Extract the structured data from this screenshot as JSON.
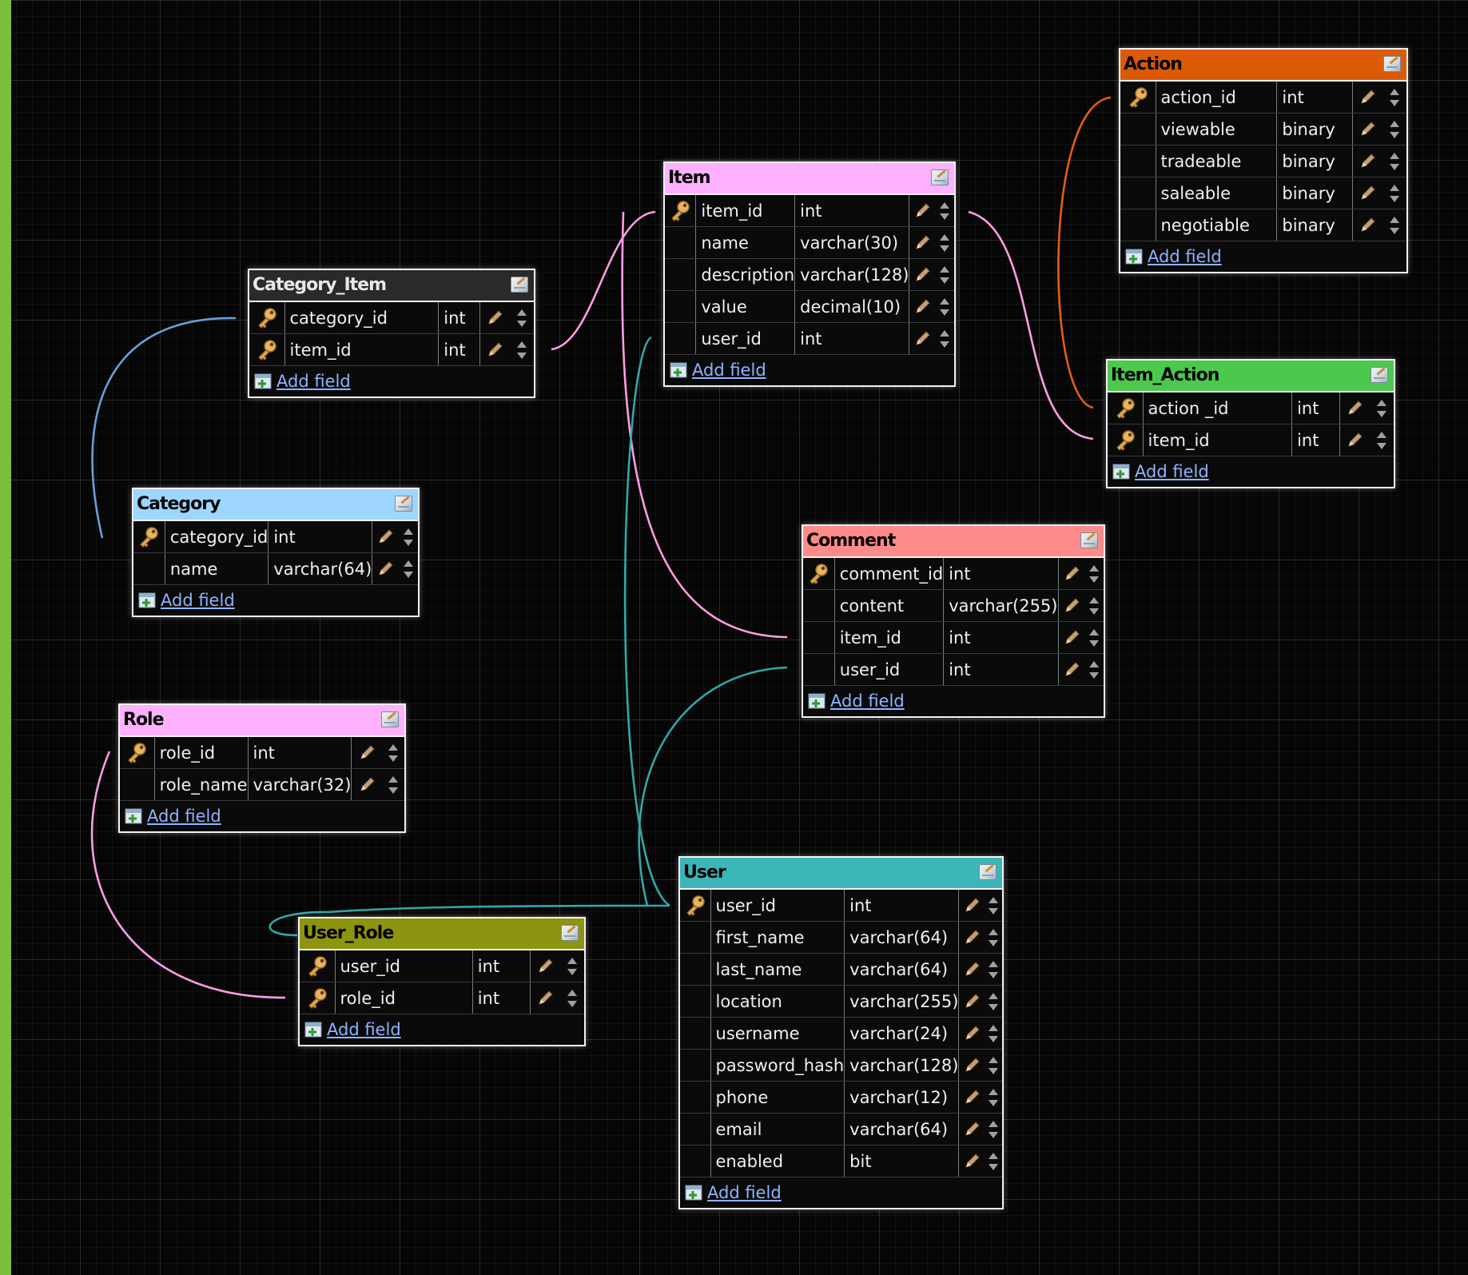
{
  "tables": [
    {
      "id": "action",
      "name": "Action",
      "color": "#dc5a06",
      "fields": [
        {
          "name": "action_id",
          "type": "int",
          "pk": true
        },
        {
          "name": "viewable",
          "type": "binary",
          "pk": false
        },
        {
          "name": "tradeable",
          "type": "binary",
          "pk": false
        },
        {
          "name": "saleable",
          "type": "binary",
          "pk": false
        },
        {
          "name": "negotiable",
          "type": "binary",
          "pk": false
        }
      ],
      "add_label": "Add field"
    },
    {
      "id": "item",
      "name": "Item",
      "color": "#ffb0ff",
      "fields": [
        {
          "name": "item_id",
          "type": "int",
          "pk": true
        },
        {
          "name": "name",
          "type": "varchar(30)",
          "pk": false
        },
        {
          "name": "description",
          "type": "varchar(128)",
          "pk": false
        },
        {
          "name": "value",
          "type": "decimal(10)",
          "pk": false
        },
        {
          "name": "user_id",
          "type": "int",
          "pk": false
        }
      ],
      "add_label": "Add field"
    },
    {
      "id": "category_item",
      "name": "Category_Item",
      "color": "#2a2a2a",
      "title_color": "#e8e8e8",
      "fields": [
        {
          "name": "category_id",
          "type": "int",
          "pk": true
        },
        {
          "name": "item_id",
          "type": "int",
          "pk": true
        }
      ],
      "add_label": "Add field"
    },
    {
      "id": "item_action",
      "name": "Item_Action",
      "color": "#4cc94c",
      "fields": [
        {
          "name": "action _id",
          "type": "int",
          "pk": true
        },
        {
          "name": "item_id",
          "type": "int",
          "pk": true
        }
      ],
      "add_label": "Add field"
    },
    {
      "id": "category",
      "name": "Category",
      "color": "#9ed6ff",
      "fields": [
        {
          "name": "category_id",
          "type": "int",
          "pk": true
        },
        {
          "name": "name",
          "type": "varchar(64)",
          "pk": false
        }
      ],
      "add_label": "Add field"
    },
    {
      "id": "comment",
      "name": "Comment",
      "color": "#ff8a8a",
      "fields": [
        {
          "name": "comment_id",
          "type": "int",
          "pk": true
        },
        {
          "name": "content",
          "type": "varchar(255)",
          "pk": false
        },
        {
          "name": "item_id",
          "type": "int",
          "pk": false
        },
        {
          "name": "user_id",
          "type": "int",
          "pk": false
        }
      ],
      "add_label": "Add field"
    },
    {
      "id": "role",
      "name": "Role",
      "color": "#ffb0ff",
      "fields": [
        {
          "name": "role_id",
          "type": "int",
          "pk": true
        },
        {
          "name": "role_name",
          "type": "varchar(32)",
          "pk": false
        }
      ],
      "add_label": "Add field"
    },
    {
      "id": "user_role",
      "name": "User_Role",
      "color": "#8c9410",
      "fields": [
        {
          "name": "user_id",
          "type": "int",
          "pk": true
        },
        {
          "name": "role_id",
          "type": "int",
          "pk": true
        }
      ],
      "add_label": "Add field"
    },
    {
      "id": "user",
      "name": "User",
      "color": "#3ab6b8",
      "fields": [
        {
          "name": "user_id",
          "type": "int",
          "pk": true
        },
        {
          "name": "first_name",
          "type": "varchar(64)",
          "pk": false
        },
        {
          "name": "last_name",
          "type": "varchar(64)",
          "pk": false
        },
        {
          "name": "location",
          "type": "varchar(255)",
          "pk": false
        },
        {
          "name": "username",
          "type": "varchar(24)",
          "pk": false
        },
        {
          "name": "password_hash",
          "type": "varchar(128)",
          "pk": false
        },
        {
          "name": "phone",
          "type": "varchar(12)",
          "pk": false
        },
        {
          "name": "email",
          "type": "varchar(64)",
          "pk": false
        },
        {
          "name": "enabled",
          "type": "bit",
          "pk": false
        }
      ],
      "add_label": "Add field"
    }
  ],
  "relations": [
    {
      "from": "category_item.category_id",
      "to": "category.category_id",
      "color": "#6a9ed8"
    },
    {
      "from": "category_item.item_id",
      "to": "item.item_id",
      "color": "#ff9ce6"
    },
    {
      "from": "item_action.action _id",
      "to": "action.action_id",
      "color": "#e06010"
    },
    {
      "from": "item_action.item_id",
      "to": "item.item_id",
      "color": "#ff9ce6"
    },
    {
      "from": "comment.item_id",
      "to": "item.item_id",
      "color": "#ff9ce6"
    },
    {
      "from": "comment.user_id",
      "to": "user.user_id",
      "color": "#2fa8a8"
    },
    {
      "from": "item.user_id",
      "to": "user.user_id",
      "color": "#2fa8a8"
    },
    {
      "from": "user_role.user_id",
      "to": "user.user_id",
      "color": "#2fa8a8"
    },
    {
      "from": "user_role.role_id",
      "to": "role.role_id",
      "color": "#ff9ce6"
    }
  ]
}
